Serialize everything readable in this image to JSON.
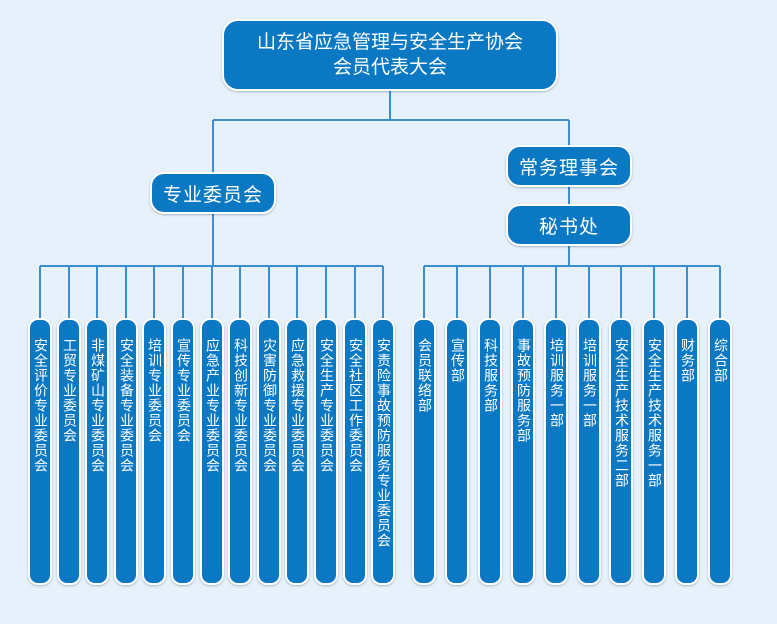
{
  "colors": {
    "box_fill": "#0b78c3",
    "line": "#3a8fd0",
    "background": "#e6f1fb"
  },
  "root": {
    "line1": "山东省应急管理与安全生产协会",
    "line2": "会员代表大会"
  },
  "left_branch": {
    "title": "专业委员会",
    "items": [
      "安全评价专业委员会",
      "工贸专业委员会",
      "非煤矿山专业委员会",
      "安全装备专业委员会",
      "培训专业委员会",
      "宣传专业委员会",
      "应急产业专业委员会",
      "科技创新专业委员会",
      "灾害防御专业委员会",
      "应急救援专业委员会",
      "安全生产专业委员会",
      "安全社区工作委员会",
      "安责险事故预防服务专业委员会"
    ]
  },
  "right_branch": {
    "title": "常务理事会",
    "sub_title": "秘书处",
    "items": [
      "会员联络部",
      "宣传部",
      "科技服务部",
      "事故预防服务部",
      "培训服务一部",
      "培训服务一部",
      "安全生产技术服务二部",
      "安全生产技术服务一部",
      "财务部",
      "综合部"
    ]
  }
}
